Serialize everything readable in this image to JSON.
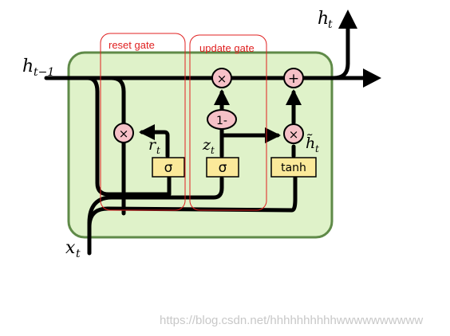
{
  "labels": {
    "h_prev": "h",
    "h_prev_sub": "t−1",
    "h_out": "h",
    "h_out_sub": "t",
    "x_in": "x",
    "x_in_sub": "t",
    "r": "r",
    "r_sub": "t",
    "z": "z",
    "z_sub": "t",
    "h_tilde": "h̃",
    "h_tilde_sub": "t"
  },
  "ops": {
    "mult_reset": "×",
    "mult_update": "×",
    "add": "+",
    "mult_candidate": "×",
    "one_minus": "1-"
  },
  "boxes": {
    "sigma_reset": "σ",
    "sigma_update": "σ",
    "tanh": "tanh"
  },
  "annotations": {
    "reset_gate": "reset gate",
    "update_gate": "update gate"
  },
  "watermark": "https://blog.csdn.net/hhhhhhhhhhwwwwwwwwww",
  "colors": {
    "cell_fill": "#dff2c9",
    "cell_stroke": "#5f8a48",
    "op_fill": "#f6c1c7",
    "box_fill": "#fbe99a",
    "annotation": "#e02020",
    "line": "#000000",
    "watermark": "#c8c8c8"
  }
}
